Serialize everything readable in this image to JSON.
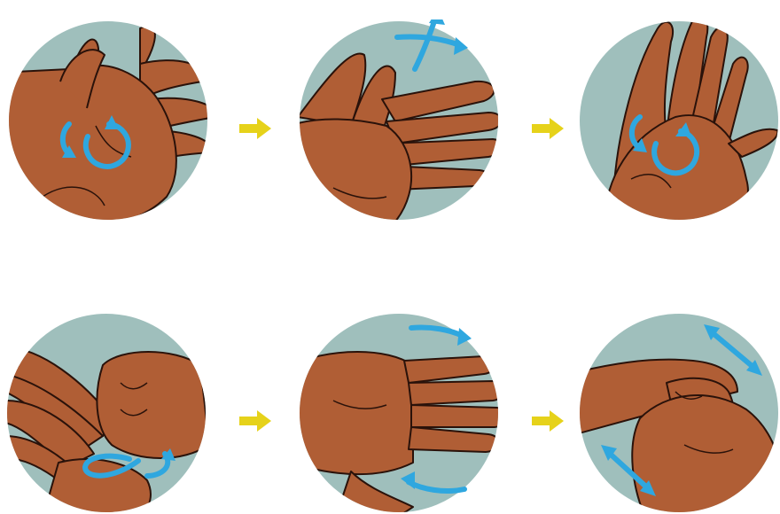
{
  "diagram": {
    "colors": {
      "circle_bg": "#9fbfbc",
      "skin": "#b05e35",
      "skin_shadow": "#7a3a1e",
      "outline": "#2a120a",
      "motion": "#2fa7df",
      "step_arrow": "#e6d21a",
      "background": "#ffffff"
    },
    "steps": [
      {
        "name": "palm-to-palm-circular",
        "motion_icon": "circular-arrow-icon"
      },
      {
        "name": "back-of-hand-interlaced",
        "motion_icon": "crossed-arrows-icon"
      },
      {
        "name": "palm-to-palm-fingers-interlaced",
        "motion_icon": "circular-arrow-icon"
      },
      {
        "name": "rotational-thumb-rub",
        "motion_icon": "circular-arrow-icon"
      },
      {
        "name": "backs-of-fingers-to-palms",
        "motion_icon": "back-and-forth-arrows-icon"
      },
      {
        "name": "fingertips-in-palm",
        "motion_icon": "back-and-forth-arrows-icon"
      }
    ],
    "connectors": [
      {
        "name": "next-step-arrow",
        "icon": "yellow-arrow-icon"
      },
      {
        "name": "next-step-arrow",
        "icon": "yellow-arrow-icon"
      },
      {
        "name": "next-step-arrow",
        "icon": "yellow-arrow-icon"
      },
      {
        "name": "next-step-arrow",
        "icon": "yellow-arrow-icon"
      }
    ]
  }
}
